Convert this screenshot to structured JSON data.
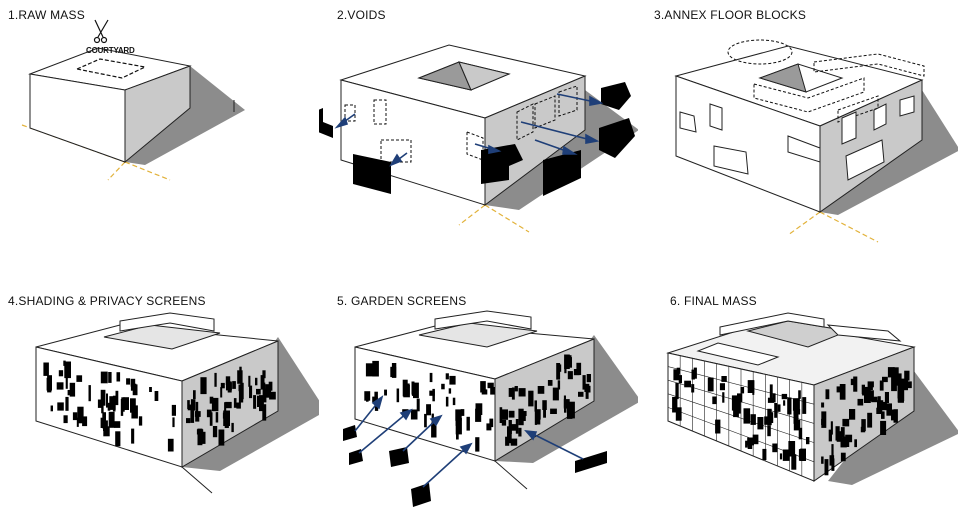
{
  "panels": [
    {
      "title": "1.RAW MASS",
      "annotation": "COURTYARD",
      "icon": "scissors-icon"
    },
    {
      "title": "2.VOIDS"
    },
    {
      "title": "3.ANNEX FLOOR BLOCKS"
    },
    {
      "title": "4.SHADING & PRIVACY SCREENS"
    },
    {
      "title": "5. GARDEN SCREENS"
    },
    {
      "title": "6. FINAL MASS"
    }
  ],
  "colors": {
    "arrow": "#1f3f78",
    "block": "#000000",
    "shadow": "#8a8a8a",
    "side": "#c8c8c8",
    "guide": "#e2b23a"
  }
}
